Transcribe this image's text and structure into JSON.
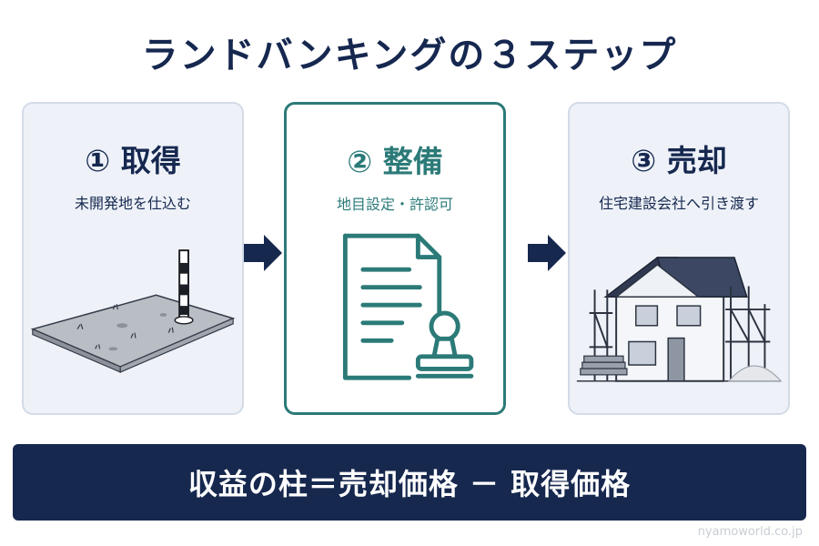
{
  "title": "ランドバンキングの３ステップ",
  "steps": [
    {
      "title": "① 取得",
      "subtitle": "未開発地を仕込む",
      "icon": "vacant-land-with-survey-stake"
    },
    {
      "title": "② 整備",
      "subtitle": "地目設定・許認可",
      "icon": "document-with-stamp"
    },
    {
      "title": "③ 売却",
      "subtitle": "住宅建設会社へ引き渡す",
      "icon": "house-under-construction"
    }
  ],
  "banner": "収益の柱＝売却価格 － 取得価格",
  "watermark": "nyamoworld.co.jp",
  "colors": {
    "navy": "#17284f",
    "teal": "#2b7a78",
    "card_bg": "#eef2f8"
  }
}
